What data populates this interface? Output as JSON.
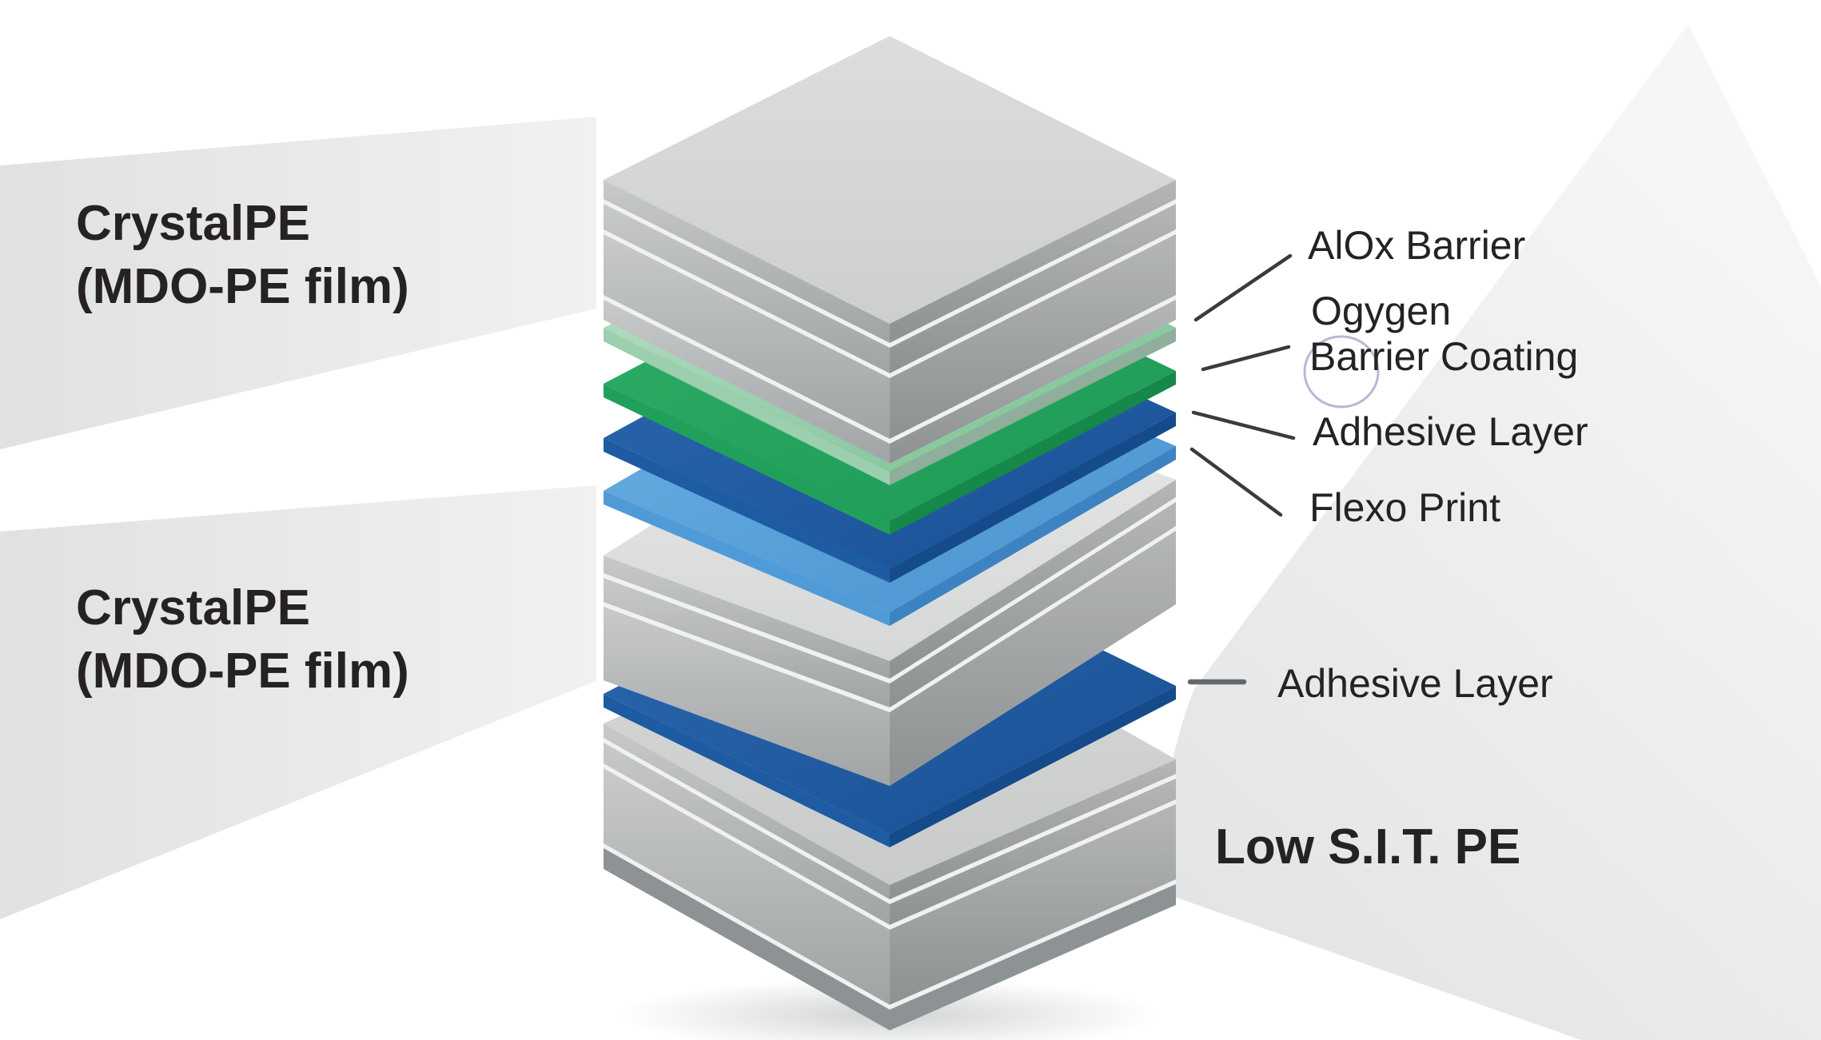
{
  "title": "CrystalPE laminate layer structure diagram",
  "labels": {
    "crystalpe_top_1": "CrystalPE",
    "crystalpe_top_2": "(MDO-PE film)",
    "crystalpe_mid_1": "CrystalPE",
    "crystalpe_mid_2": "(MDO-PE film)",
    "alox": "AlOx Barrier",
    "oxygen_1": "Ogygen",
    "oxygen_2": "Barrier Coating",
    "adhesive_1": "Adhesive Layer",
    "flexo": "Flexo Print",
    "adhesive_2": "Adhesive Layer",
    "low_sit": "Low S.I.T. PE"
  },
  "layers": [
    {
      "name": "CrystalPE (MDO-PE film)",
      "type": "gray-block"
    },
    {
      "name": "AlOx Barrier",
      "type": "plate",
      "color": "#9ed5b2"
    },
    {
      "name": "Ogygen Barrier Coating",
      "type": "plate",
      "color": "#2aa963"
    },
    {
      "name": "Adhesive Layer",
      "type": "plate",
      "color": "#2361a8"
    },
    {
      "name": "Flexo Print",
      "type": "plate",
      "color": "#55a3da"
    },
    {
      "name": "CrystalPE (MDO-PE film)",
      "type": "gray-block"
    },
    {
      "name": "Adhesive Layer",
      "type": "plate",
      "color": "#2361a8"
    },
    {
      "name": "Low S.I.T. PE",
      "type": "gray-block"
    }
  ],
  "colors": {
    "text": "#262223",
    "leader_line": "#3b3b3d",
    "dash": "#65696c",
    "circle": "#b6b9d3",
    "gap": "#f0f1f1",
    "band_dark": "#8d9394",
    "wedge_a": "#e0e1e1",
    "wedge_b": "#f1f1f1",
    "wedge_right_a": "#f5f6f7",
    "wedge_right_b": "#e0e2e3",
    "top_face_a": "#dcdddd",
    "top_face_b": "#cdcfcf",
    "mid_face_a": "#e8e9e9",
    "mid_face_b": "#d6d8d8",
    "bot_face_a": "#d7d8d8",
    "bot_face_b": "#c9cbcb",
    "left_face_a": "#c7c9ca",
    "left_face_b": "#a1a4a5",
    "right_face_a": "#b4b6b7",
    "right_face_b": "#8e9192",
    "alox_a": "#c0e2cc",
    "alox_b": "#76c091",
    "alox_side_l": "#9ccfae",
    "alox_side_r": "#8fae9c",
    "green_a": "#30af69",
    "green_b": "#1c9955",
    "green_side_l": "#21a05c",
    "green_side_r": "#15884a",
    "blue_a": "#2b68b0",
    "blue_b": "#1a5095",
    "blue_side_l": "#1d5ba2",
    "blue_side_r": "#154a8b",
    "lblue_a": "#69b0e4",
    "lblue_b": "#4a92cf",
    "lblue_side_l": "#4f9bd8",
    "lblue_side_r": "#3d83c1",
    "shadow": "#878d8d"
  }
}
